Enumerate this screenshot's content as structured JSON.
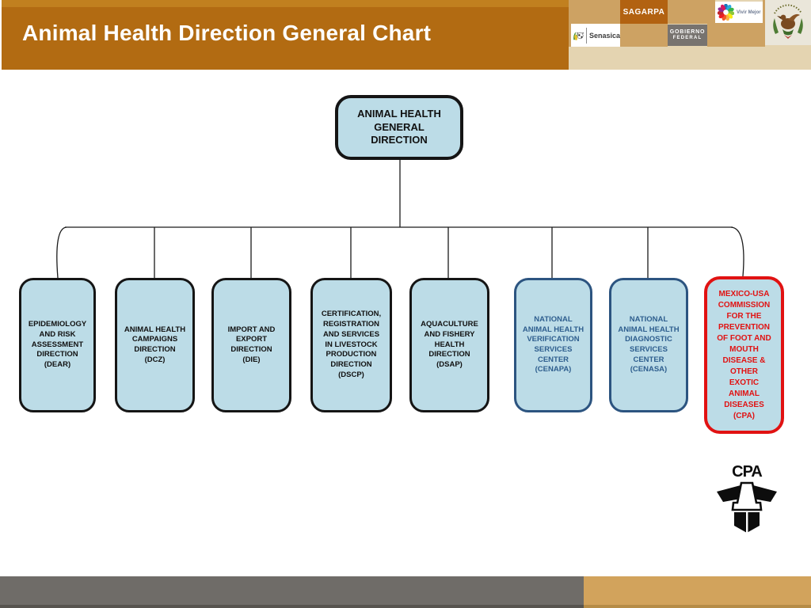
{
  "title_bar": {
    "title": "Animal Health Direction General Chart"
  },
  "logo_strip": {
    "sagarpa_label": "SAGARPA",
    "senasica_label": "Senasica",
    "gobierno_label_line1": "GOBIERNO",
    "gobierno_label_line2": "FEDERAL",
    "vivir_mejor_label": "Vivir Mejor"
  },
  "org_chart": {
    "root": {
      "label": "ANIMAL HEALTH\nGENERAL\nDIRECTION"
    },
    "children": [
      {
        "label": "EPIDEMIOLOGY\nAND RISK\nASSESSMENT\nDIRECTION\n(DEAR)",
        "style": "black"
      },
      {
        "label": "ANIMAL HEALTH\nCAMPAIGNS\nDIRECTION\n(DCZ)",
        "style": "black"
      },
      {
        "label": "IMPORT AND\nEXPORT\nDIRECTION\n(DIE)",
        "style": "black"
      },
      {
        "label": "CERTIFICATION,\nREGISTRATION\nAND SERVICES\nIN LIVESTOCK\nPRODUCTION\nDIRECTION\n(DSCP)",
        "style": "black"
      },
      {
        "label": "AQUACULTURE\nAND FISHERY\nHEALTH\nDIRECTION\n(DSAP)",
        "style": "black"
      },
      {
        "label": "NATIONAL\nANIMAL HEALTH\nVERIFICATION\nSERVICES\nCENTER\n(CENAPA)",
        "style": "blue"
      },
      {
        "label": "NATIONAL\nANIMAL HEALTH\nDIAGNOSTIC\nSERVICES\nCENTER\n(CENASA)",
        "style": "blue"
      },
      {
        "label": "MEXICO-USA\nCOMMISSION\nFOR THE\nPREVENTION\nOF FOOT AND\nMOUTH\nDISEASE &\nOTHER\nEXOTIC\nANIMAL\nDISEASES\n(CPA)",
        "style": "red"
      }
    ]
  },
  "footer_logo": {
    "cpa_label": "CPA"
  },
  "colors": {
    "header_bg": "#B26B12",
    "header_top_strip": "#C1801F",
    "sagarpa_bg": "#B26211",
    "gobierno_bg": "#77736F",
    "tan_medium": "#CDA263",
    "tan_light": "#E4D4B1",
    "node_fill": "#BCDCE7",
    "node_border_black": "#151515",
    "node_border_blue": "#2C5480",
    "node_text_blue": "#2E5E8E",
    "node_border_red": "#E11212",
    "node_text_red": "#E11212",
    "footer_gray": "#6F6C68",
    "footer_gold": "#D2A35C",
    "connector": "#1A1A1A"
  }
}
